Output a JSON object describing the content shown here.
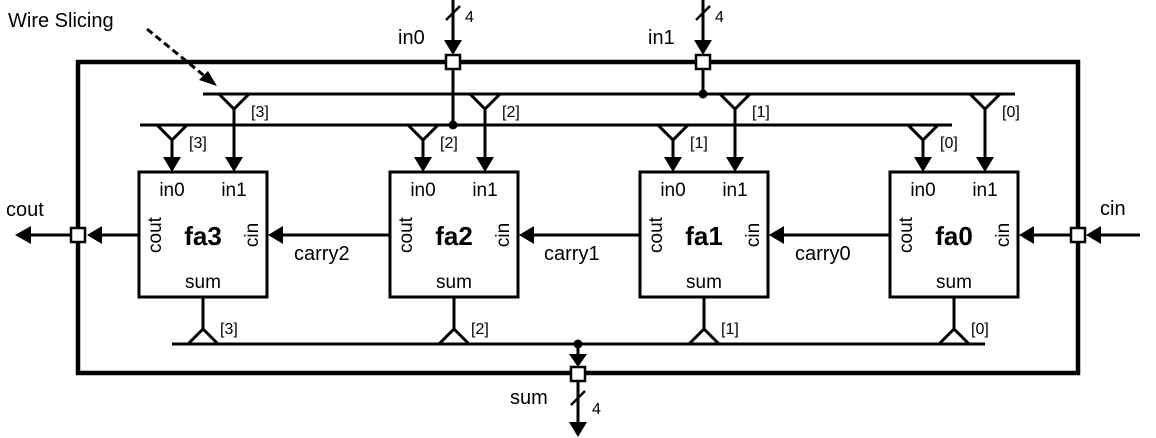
{
  "diagram": {
    "type": "4-bit ripple-carry adder block diagram",
    "annotation": {
      "label": "Wire Slicing",
      "arrow_style": "dashed"
    },
    "inputs": [
      {
        "id": "in0",
        "label": "in0",
        "width_label": "4"
      },
      {
        "id": "in1",
        "label": "in1",
        "width_label": "4"
      },
      {
        "id": "cin",
        "label": "cin"
      }
    ],
    "outputs": [
      {
        "id": "sum",
        "label": "sum",
        "width_label": "4"
      },
      {
        "id": "cout",
        "label": "cout"
      }
    ],
    "full_adders": [
      {
        "name": "fa3",
        "in0_label": "in0",
        "in1_label": "in1",
        "cout_label": "cout",
        "cin_label": "cin",
        "sum_label": "sum",
        "in0_slice": "[3]",
        "in1_slice": "[3]",
        "sum_slice": "[3]"
      },
      {
        "name": "fa2",
        "in0_label": "in0",
        "in1_label": "in1",
        "cout_label": "cout",
        "cin_label": "cin",
        "sum_label": "sum",
        "in0_slice": "[2]",
        "in1_slice": "[2]",
        "sum_slice": "[2]"
      },
      {
        "name": "fa1",
        "in0_label": "in0",
        "in1_label": "in1",
        "cout_label": "cout",
        "cin_label": "cin",
        "sum_label": "sum",
        "in0_slice": "[1]",
        "in1_slice": "[1]",
        "sum_slice": "[1]"
      },
      {
        "name": "fa0",
        "in0_label": "in0",
        "in1_label": "in1",
        "cout_label": "cout",
        "cin_label": "cin",
        "sum_label": "sum",
        "in0_slice": "[0]",
        "in1_slice": "[0]",
        "sum_slice": "[0]"
      }
    ],
    "carries": [
      {
        "label": "carry2",
        "from": "fa2",
        "to": "fa3"
      },
      {
        "label": "carry1",
        "from": "fa1",
        "to": "fa2"
      },
      {
        "label": "carry0",
        "from": "fa0",
        "to": "fa1"
      }
    ]
  }
}
